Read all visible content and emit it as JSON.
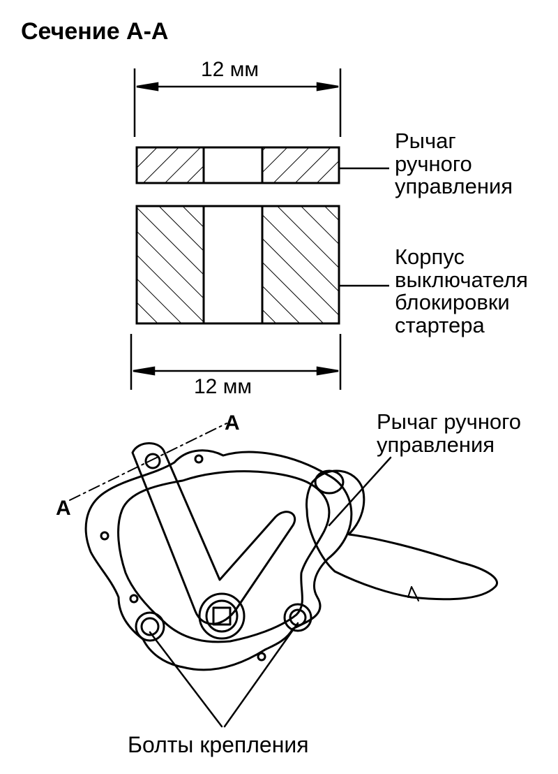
{
  "title": "Сечение А-А",
  "dimensions": {
    "top": "12 мм",
    "bottom": "12 мм"
  },
  "labels": {
    "lever_section": "Рычаг\nручного\nуправления",
    "switch_housing": "Корпус\nвыключателя\nблокировки\nстартера",
    "lever_drawing": "Рычаг ручного\nуправления",
    "bolts": "Болты крепления"
  },
  "section_markers": {
    "top": "А",
    "left": "А"
  }
}
